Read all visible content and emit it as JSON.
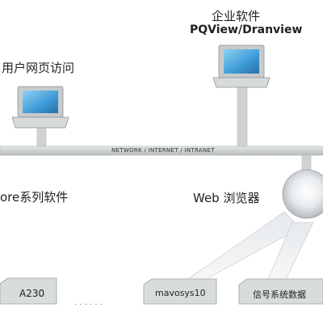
{
  "labels": {
    "enterprise_software": "企业软件",
    "pqview": "PQView/Dranview",
    "user_web_access": "用户网页访问",
    "network": "NETWORK / INTERNET / INTRANET",
    "series_software": "ore系列软件",
    "web_browser": "Web 浏览器",
    "box_a230": "A230",
    "ellipsis": "· · · · · ·",
    "box_mavosys": "mavosys10",
    "box_signal": "信号系统数据"
  },
  "colors": {
    "network_bar": "#c4c8c8",
    "laptop_screen": "#3d9ad6",
    "laptop_body": "#c7cbcc",
    "box_fill": "#d9dcdc",
    "browser_glow": "#b9c0c8"
  }
}
